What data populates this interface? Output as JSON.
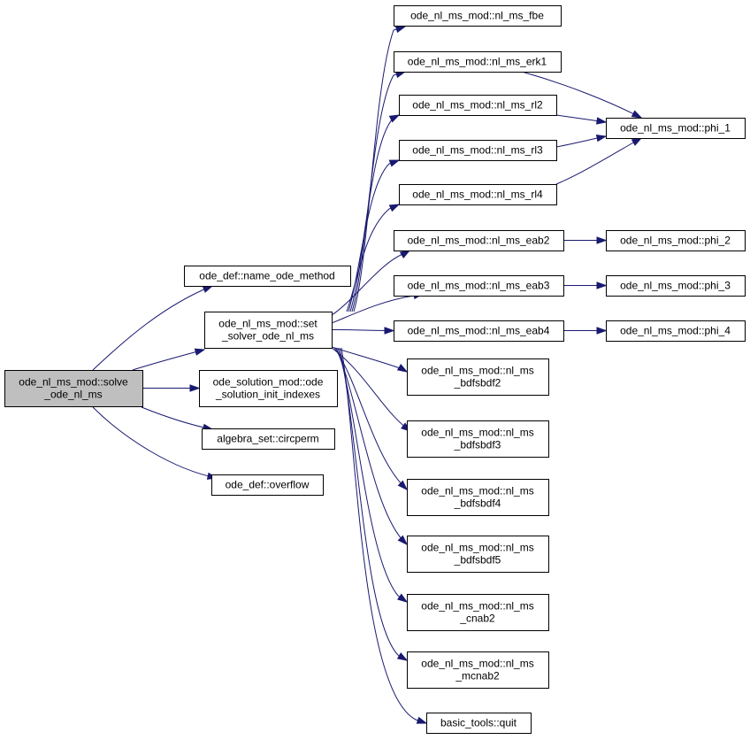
{
  "graph": {
    "nodes": {
      "solve": {
        "lines": [
          "ode_nl_ms_mod::solve",
          "_ode_nl_ms"
        ],
        "root": true
      },
      "name_ode": {
        "lines": [
          "ode_def::name_ode_method"
        ]
      },
      "set_solver": {
        "lines": [
          "ode_nl_ms_mod::set",
          "_solver_ode_nl_ms"
        ]
      },
      "sol_init": {
        "lines": [
          "ode_solution_mod::ode",
          "_solution_init_indexes"
        ]
      },
      "circperm": {
        "lines": [
          "algebra_set::circperm"
        ]
      },
      "overflow": {
        "lines": [
          "ode_def::overflow"
        ]
      },
      "fbe": {
        "lines": [
          "ode_nl_ms_mod::nl_ms_fbe"
        ]
      },
      "erk1": {
        "lines": [
          "ode_nl_ms_mod::nl_ms_erk1"
        ]
      },
      "rl2": {
        "lines": [
          "ode_nl_ms_mod::nl_ms_rl2"
        ]
      },
      "rl3": {
        "lines": [
          "ode_nl_ms_mod::nl_ms_rl3"
        ]
      },
      "rl4": {
        "lines": [
          "ode_nl_ms_mod::nl_ms_rl4"
        ]
      },
      "eab2": {
        "lines": [
          "ode_nl_ms_mod::nl_ms_eab2"
        ]
      },
      "eab3": {
        "lines": [
          "ode_nl_ms_mod::nl_ms_eab3"
        ]
      },
      "eab4": {
        "lines": [
          "ode_nl_ms_mod::nl_ms_eab4"
        ]
      },
      "bdf2": {
        "lines": [
          "ode_nl_ms_mod::nl_ms",
          "_bdfsbdf2"
        ]
      },
      "bdf3": {
        "lines": [
          "ode_nl_ms_mod::nl_ms",
          "_bdfsbdf3"
        ]
      },
      "bdf4": {
        "lines": [
          "ode_nl_ms_mod::nl_ms",
          "_bdfsbdf4"
        ]
      },
      "bdf5": {
        "lines": [
          "ode_nl_ms_mod::nl_ms",
          "_bdfsbdf5"
        ]
      },
      "cnab2": {
        "lines": [
          "ode_nl_ms_mod::nl_ms",
          "_cnab2"
        ]
      },
      "mcnab2": {
        "lines": [
          "ode_nl_ms_mod::nl_ms",
          "_mcnab2"
        ]
      },
      "quit": {
        "lines": [
          "basic_tools::quit"
        ]
      },
      "phi1": {
        "lines": [
          "ode_nl_ms_mod::phi_1"
        ]
      },
      "phi2": {
        "lines": [
          "ode_nl_ms_mod::phi_2"
        ]
      },
      "phi3": {
        "lines": [
          "ode_nl_ms_mod::phi_3"
        ]
      },
      "phi4": {
        "lines": [
          "ode_nl_ms_mod::phi_4"
        ]
      }
    },
    "edges": [
      [
        "solve",
        "name_ode"
      ],
      [
        "solve",
        "set_solver"
      ],
      [
        "solve",
        "sol_init"
      ],
      [
        "solve",
        "circperm"
      ],
      [
        "solve",
        "overflow"
      ],
      [
        "set_solver",
        "fbe"
      ],
      [
        "set_solver",
        "erk1"
      ],
      [
        "set_solver",
        "rl2"
      ],
      [
        "set_solver",
        "rl3"
      ],
      [
        "set_solver",
        "rl4"
      ],
      [
        "set_solver",
        "eab2"
      ],
      [
        "set_solver",
        "eab3"
      ],
      [
        "set_solver",
        "eab4"
      ],
      [
        "set_solver",
        "bdf2"
      ],
      [
        "set_solver",
        "bdf3"
      ],
      [
        "set_solver",
        "bdf4"
      ],
      [
        "set_solver",
        "bdf5"
      ],
      [
        "set_solver",
        "cnab2"
      ],
      [
        "set_solver",
        "mcnab2"
      ],
      [
        "set_solver",
        "quit"
      ],
      [
        "erk1",
        "phi1"
      ],
      [
        "rl2",
        "phi1"
      ],
      [
        "rl3",
        "phi1"
      ],
      [
        "rl4",
        "phi1"
      ],
      [
        "eab2",
        "phi2"
      ],
      [
        "eab3",
        "phi3"
      ],
      [
        "eab4",
        "phi4"
      ]
    ],
    "colors": {
      "edge": "#191970",
      "root_fill": "#bfbfbf",
      "node_fill": "#ffffff",
      "border": "#000000"
    }
  }
}
